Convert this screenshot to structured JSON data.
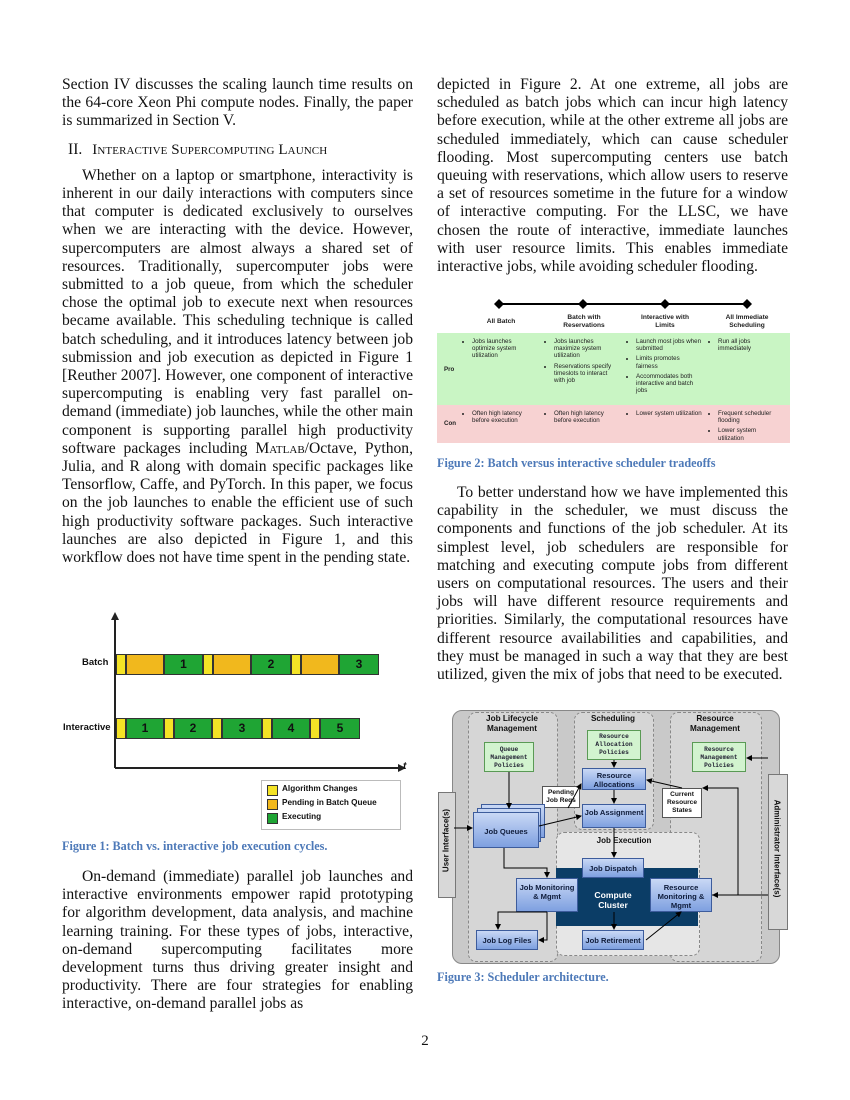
{
  "left_column": {
    "p1": "Section IV discusses the scaling launch time results on the 64-core Xeon Phi compute nodes. Finally, the paper is summarized in Section V.",
    "heading_num": "II.",
    "heading_text": "Interactive Supercomputing Launch",
    "p2_a": "Whether on a laptop or smartphone, interactivity is inherent in our daily interactions with computers since that computer is dedicated exclusively to ourselves when we are interacting with the device. However, supercomputers are almost always a shared set of resources. Traditionally, supercomputer jobs were submitted to a job queue, from which the scheduler chose the optimal job to execute next when resources became available. This scheduling technique is called batch scheduling, and it introduces latency between job submission and job execution as depicted in Figure 1 [Reuther 2007]. However, one component of interactive supercomputing is enabling very fast parallel on-demand (immediate) job launches, while the other main component is supporting parallel high productivity software packages including ",
    "p2_matlab": "Matlab",
    "p2_b": "/Octave, Python, Julia, and R along with domain specific packages like Tensorflow, Caffe, and PyTorch. In this paper, we focus on the job launches to enable the efficient use of such high productivity software packages. Such interactive launches are also depicted in Figure 1, and this workflow does not have time spent in the pending state.",
    "p3": "On-demand (immediate) parallel job launches and interactive environments empower rapid prototyping for algorithm development, data analysis, and machine learning training. For these types of jobs, interactive, on-demand supercomputing facilitates more development turns thus driving greater insight and productivity. There are four strategies for enabling interactive, on-demand parallel jobs as"
  },
  "right_column": {
    "p1": "depicted in Figure 2. At one extreme, all jobs are scheduled as batch jobs which can incur high latency before execution, while at the other extreme all jobs are scheduled immediately, which can cause scheduler flooding. Most supercomputing centers use batch queuing with reservations, which allow users to reserve a set of resources sometime in the future for a window of interactive computing. For the LLSC, we have chosen the route of interactive, immediate launches with user resource limits. This enables immediate interactive jobs, while avoiding scheduler flooding.",
    "p2": "To better understand how we have implemented this capability in the scheduler, we must discuss the components and functions of the job scheduler. At its simplest level, job schedulers are responsible for matching and executing compute jobs from different users on computational resources. The users and their jobs will have different resource requirements and priorities. Similarly, the computational resources have different resource availabilities and capabilities, and they must be managed in such a way that they are best utilized, given the mix of jobs that need to be executed."
  },
  "figure1": {
    "caption": "Figure 1: Batch vs. interactive job execution cycles.",
    "batch_label": "Batch",
    "interactive_label": "Interactive",
    "axis_label": "t",
    "batch_nums": [
      "1",
      "2",
      "3"
    ],
    "interactive_nums": [
      "1",
      "2",
      "3",
      "4",
      "5"
    ],
    "legend": [
      "Algorithm Changes",
      "Pending in Batch Queue",
      "Executing"
    ],
    "colors": {
      "yellow": "#f4e326",
      "orange": "#f1b81d",
      "green": "#1fa534"
    }
  },
  "figure2": {
    "caption": "Figure 2: Batch versus interactive scheduler tradeoffs",
    "headers": [
      "All Batch",
      "Batch with Reservations",
      "Interactive with Limits",
      "All Immediate Scheduling"
    ],
    "pro_label": "Pro",
    "con_label": "Con",
    "pros": [
      [
        "Jobs launches optimize system utilization"
      ],
      [
        "Jobs launches maximize system utilization",
        "Reservations specify timeslots to interact with job"
      ],
      [
        "Launch most jobs when submitted",
        "Limits promotes fairness",
        "Accommodates both interactive and batch jobs"
      ],
      [
        "Run all jobs immediately"
      ]
    ],
    "cons": [
      [
        "Often high latency before execution"
      ],
      [
        "Often high latency before execution"
      ],
      [
        "Lower system utilization"
      ],
      [
        "Frequent scheduler flooding",
        "Lower system utilization"
      ]
    ],
    "colors": {
      "pro": "#c9f5c4",
      "con": "#f7d2d2"
    }
  },
  "figure3": {
    "caption": "Figure 3: Scheduler architecture.",
    "sections": [
      "Job Lifecycle Management",
      "Scheduling",
      "Resource Management"
    ],
    "queue_policies": "Queue Management Policies",
    "alloc_policies": "Resource Allocation Policies",
    "res_policies": "Resource Management Policies",
    "resource_allocations": "Resource Allocations",
    "pending_job_reqs": "Pending Job Reqs",
    "job_assignment": "Job Assignment",
    "current_states": "Current Resource States",
    "job_queues": "Job Queues",
    "job_execution": "Job Execution",
    "job_dispatch": "Job Dispatch",
    "job_monitoring": "Job Monitoring & Mgmt",
    "compute_cluster": "Compute Cluster",
    "resource_monitoring": "Resource Monitoring & Mgmt",
    "job_log_files": "Job Log Files",
    "job_retirement": "Job Retirement",
    "user_interface": "User Interface(s)",
    "admin_interface": "Administrator Interface(s)"
  },
  "page_number": "2"
}
